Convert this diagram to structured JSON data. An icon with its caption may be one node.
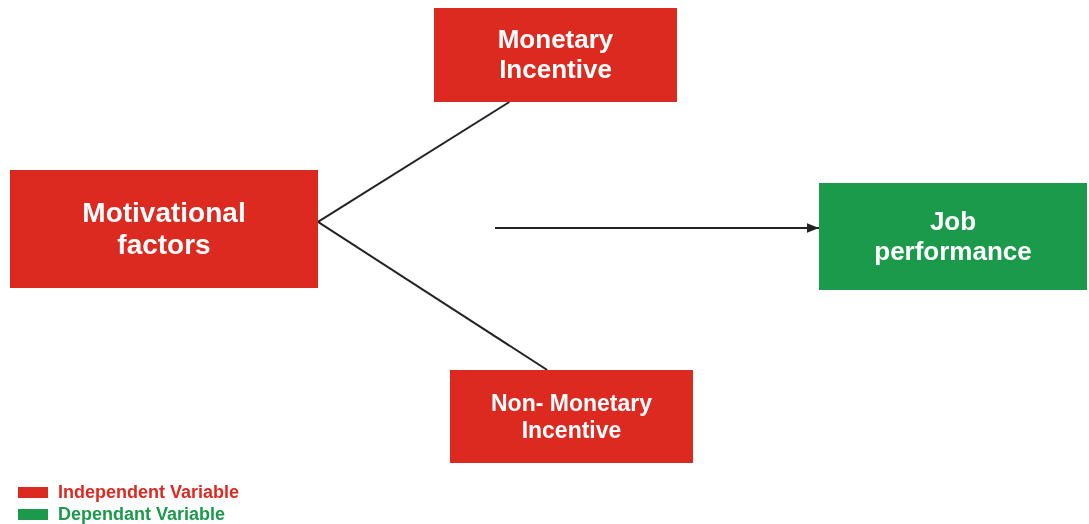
{
  "diagram": {
    "nodes": [
      {
        "text": [
          "Monetary Incentive"
        ]
      },
      {
        "text": [
          "Motivational factors"
        ]
      },
      {
        "text": [
          "Job performance"
        ]
      },
      {
        "text": [
          "Non- Monetary Incentive"
        ]
      }
    ],
    "edges": [
      {
        "from": 1,
        "to": 0,
        "arrow": "none"
      },
      {
        "from": 1,
        "to": 3,
        "arrow": "none"
      },
      {
        "from": null,
        "to": 2,
        "arrow": "to"
      }
    ],
    "legend": [
      {
        "text": "Independent Variable",
        "color": "#dc2a21"
      },
      {
        "text": "Dependant Variable",
        "color": "#1b9a4b"
      }
    ]
  }
}
